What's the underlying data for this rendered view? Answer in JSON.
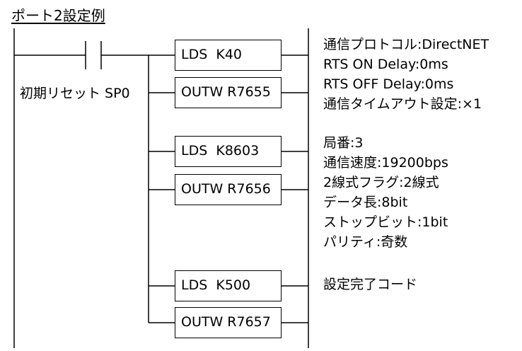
{
  "title": "ポート2設定例",
  "contact_label": "初期リセット SP0",
  "instructions": [
    {
      "text": "LDS  K40"
    },
    {
      "text": "OUTW R7655"
    },
    {
      "text": "LDS  K8603"
    },
    {
      "text": "OUTW R7656"
    },
    {
      "text": "LDS  K500"
    },
    {
      "text": "OUTW R7657"
    }
  ],
  "notes": [
    [
      "通信プロトコル:DirectNET",
      "RTS ON Delay:0ms",
      "RTS OFF Delay:0ms",
      "通信タイムアウト設定:×1"
    ],
    [
      "局番:3",
      "通信速度:19200bps",
      "2線式フラグ:2線式",
      "データ長:8bit",
      "ストップビット:1bit",
      "パリティ:奇数"
    ],
    [
      "設定完了コード"
    ]
  ]
}
